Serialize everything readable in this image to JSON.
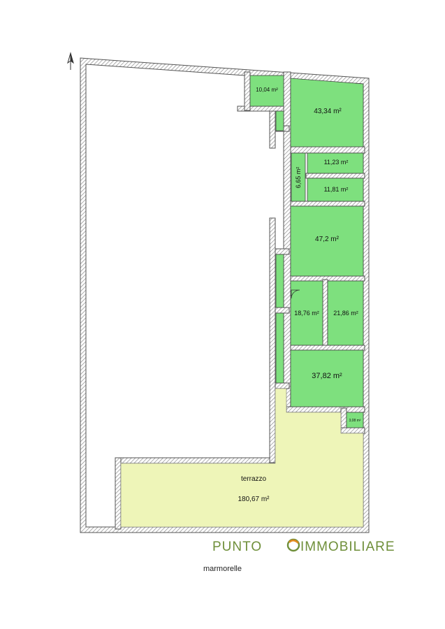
{
  "rooms": [
    {
      "id": "r1",
      "area": "10,04 m²"
    },
    {
      "id": "r2",
      "area": "43,34 m²"
    },
    {
      "id": "r3",
      "area": "11,23 m²"
    },
    {
      "id": "r4",
      "area": "6,65 m²"
    },
    {
      "id": "r5",
      "area": "11,81 m²"
    },
    {
      "id": "r6",
      "area": "47,2 m²"
    },
    {
      "id": "r7",
      "area": "18,76 m²"
    },
    {
      "id": "r8",
      "area": "21,86 m²"
    },
    {
      "id": "r9",
      "area": "37,82 m²"
    },
    {
      "id": "r10",
      "area": "3,08 m²"
    }
  ],
  "terrace": {
    "name": "terrazzo",
    "area": "180,67 m²"
  },
  "logo": {
    "word1": "PUNTO",
    "word2": "IMMOBILIARE",
    "brand_color": "#6f8f3a"
  },
  "caption": "marmorelle",
  "colors": {
    "room_fill": "#7ee07e",
    "terrace_fill": "#eef5b8",
    "wall": "#555555"
  }
}
